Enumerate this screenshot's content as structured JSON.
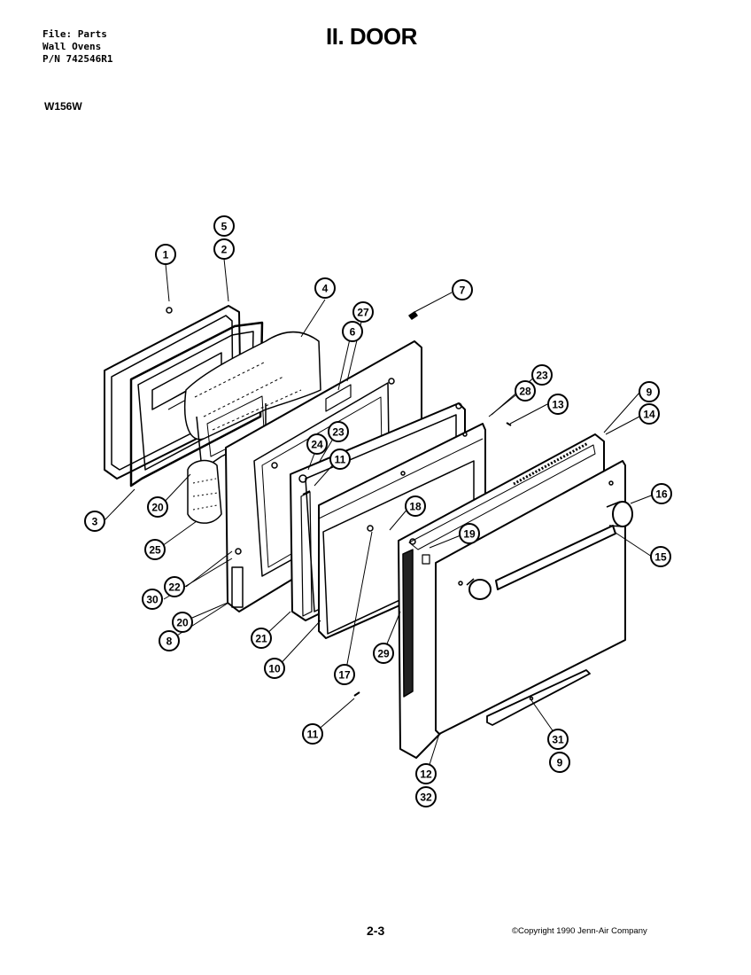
{
  "header": {
    "file_line": "File: Parts",
    "category_line": "Wall Ovens",
    "pn_line": "P/N 742546R1",
    "title": "II. DOOR",
    "model": "W156W"
  },
  "footer": {
    "page_number": "2-3",
    "copyright": "©Copyright 1990 Jenn-Air Company"
  },
  "callouts": [
    "1",
    "5",
    "2",
    "4",
    "7",
    "27",
    "6",
    "23",
    "28",
    "13",
    "9",
    "14",
    "24",
    "23",
    "11",
    "16",
    "18",
    "19",
    "15",
    "3",
    "20",
    "25",
    "30",
    "22",
    "20",
    "8",
    "21",
    "10",
    "17",
    "29",
    "11",
    "31",
    "9",
    "12",
    "32"
  ]
}
